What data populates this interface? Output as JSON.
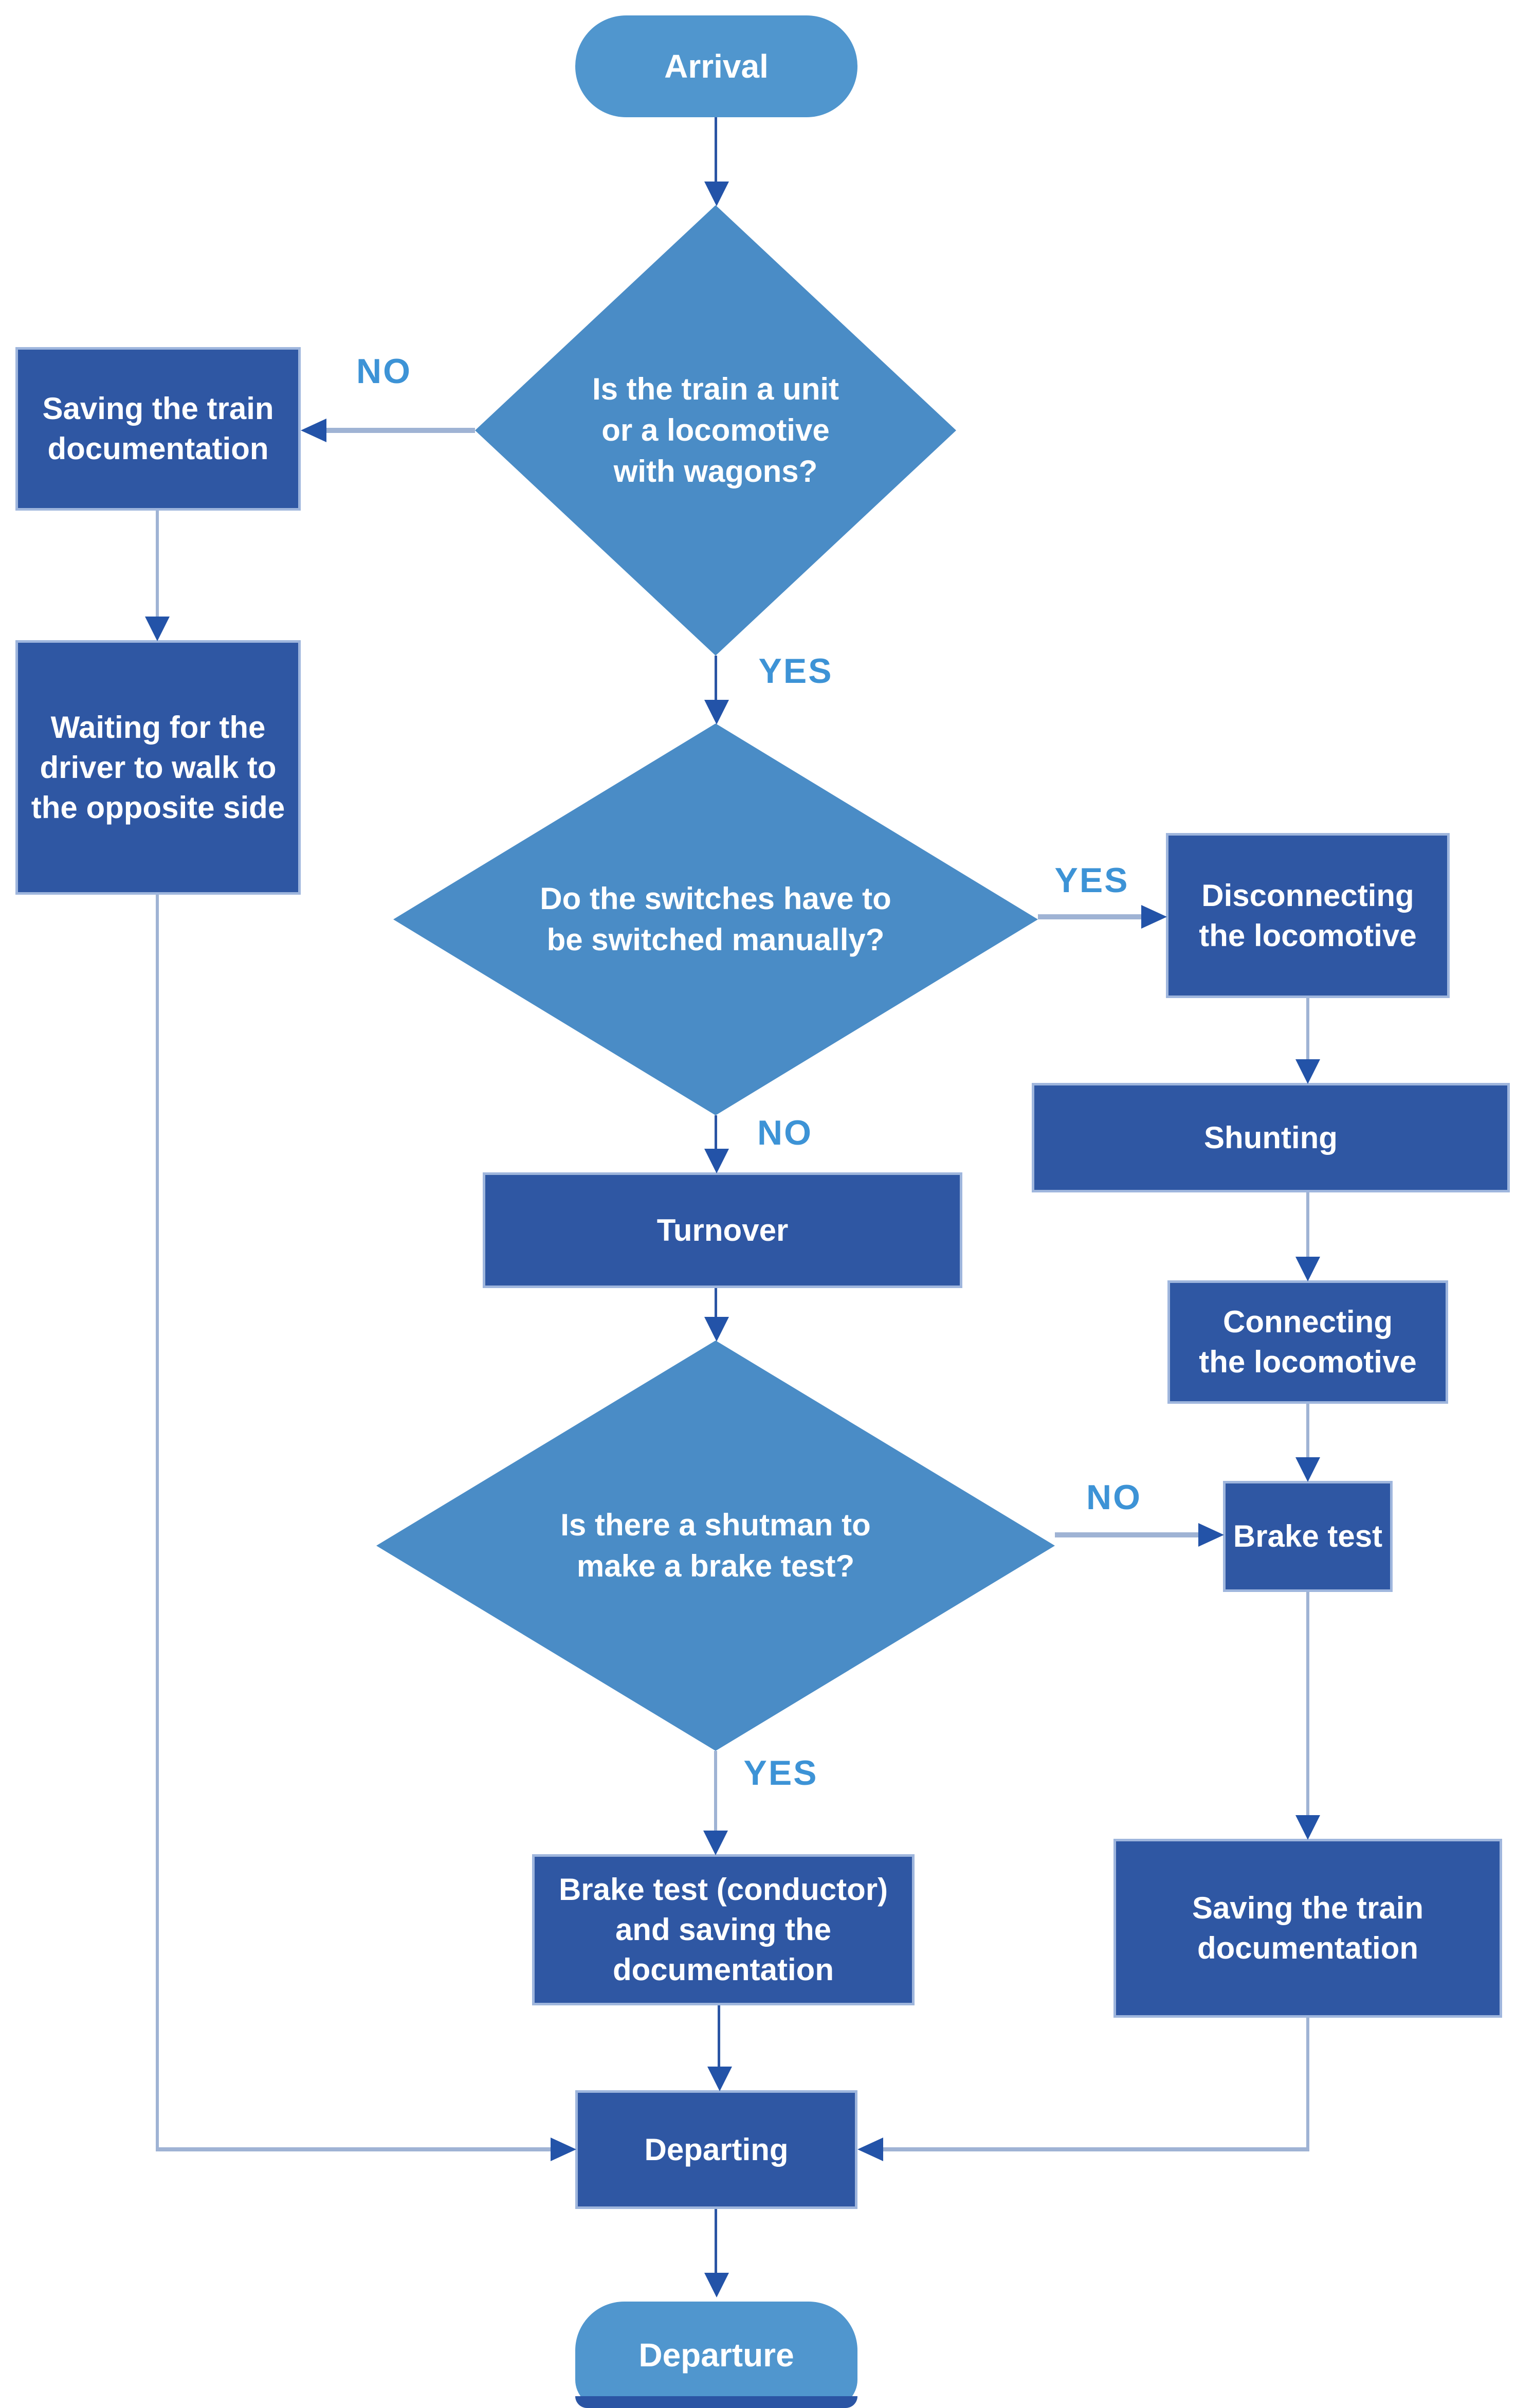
{
  "colors": {
    "background": "#FFFFFF",
    "process_fill": "#2F57A3",
    "process_border": "#9FB6DD",
    "decision_fill": "#4A8CC6",
    "terminal_fill": "#5096CE",
    "node_text": "#FFFFFF",
    "edge_label": "#3D93D6",
    "connector_light": "#9FB3D4",
    "connector_dark": "#2B55A4",
    "arrowhead": "#2353A8"
  },
  "nodes": {
    "arrival": {
      "type": "terminal",
      "label": "Arrival"
    },
    "is_unit": {
      "type": "decision",
      "label": "Is the train a unit or a locomotive with wagons?",
      "lines": [
        "Is the train a unit",
        "or a locomotive",
        "with wagons?"
      ]
    },
    "save_doc_left": {
      "type": "process",
      "label": "Saving the train documentation",
      "lines": [
        "Saving the train",
        "documentation"
      ]
    },
    "waiting_driver": {
      "type": "process",
      "label": "Waiting for the driver to walk to the opposite side",
      "lines": [
        "Waiting for the",
        "driver to walk to",
        "the opposite side"
      ]
    },
    "switches_manual": {
      "type": "decision",
      "label": "Do the switches have to be switched manually?",
      "lines": [
        "Do the switches have to",
        "be switched manually?"
      ]
    },
    "disconnecting": {
      "type": "process",
      "label": "Disconnecting the locomotive",
      "lines": [
        "Disconnecting",
        "the locomotive"
      ]
    },
    "shunting": {
      "type": "process",
      "label": "Shunting"
    },
    "connecting": {
      "type": "process",
      "label": "Connecting the locomotive",
      "lines": [
        "Connecting",
        "the locomotive"
      ]
    },
    "turnover": {
      "type": "process",
      "label": "Turnover"
    },
    "shutman": {
      "type": "decision",
      "label": "Is there a shutman to make a brake test?",
      "lines": [
        "Is there a shutman to",
        "make a brake test?"
      ]
    },
    "brake_test": {
      "type": "process",
      "label": "Brake test"
    },
    "brake_test_conductor": {
      "type": "process",
      "label": "Brake test (conductor) and saving the documentation",
      "lines": [
        "Brake test (conductor)",
        "and saving the",
        "documentation"
      ]
    },
    "save_doc_right": {
      "type": "process",
      "label": "Saving the train documentation",
      "lines": [
        "Saving the train",
        "documentation"
      ]
    },
    "departing": {
      "type": "process",
      "label": "Departing"
    },
    "departure": {
      "type": "terminal",
      "label": "Departure"
    }
  },
  "edge_labels": {
    "no_unit": "NO",
    "yes_unit": "YES",
    "yes_switches": "YES",
    "no_switches": "NO",
    "no_shutman": "NO",
    "yes_shutman": "YES"
  }
}
